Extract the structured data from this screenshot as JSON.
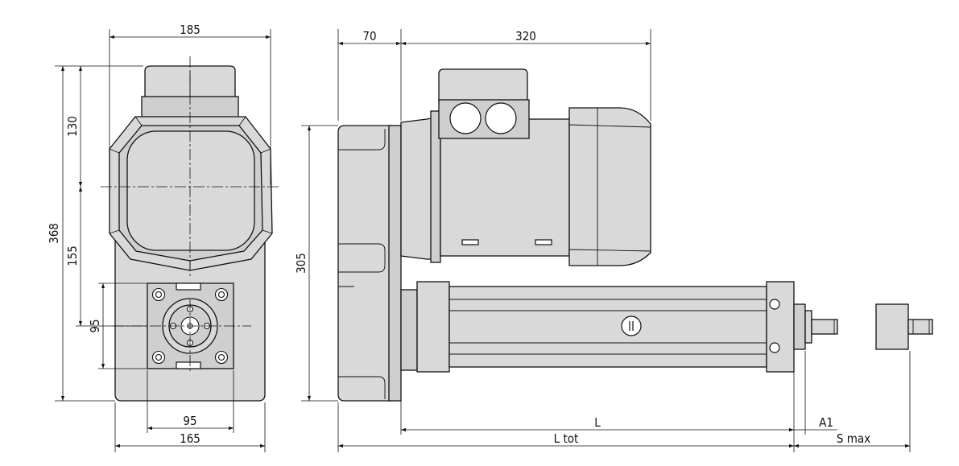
{
  "dimensions": {
    "width_top": "185",
    "width_bottom": "165",
    "flange_width": "95",
    "flange_height": "95",
    "height_total": "368",
    "height_upper": "130",
    "height_middle": "155",
    "gear_depth": "70",
    "motor_length": "320",
    "side_height": "305",
    "stroke_length": "L",
    "total_length": "L tot",
    "rod_offset": "A1",
    "max_stroke": "S max"
  }
}
